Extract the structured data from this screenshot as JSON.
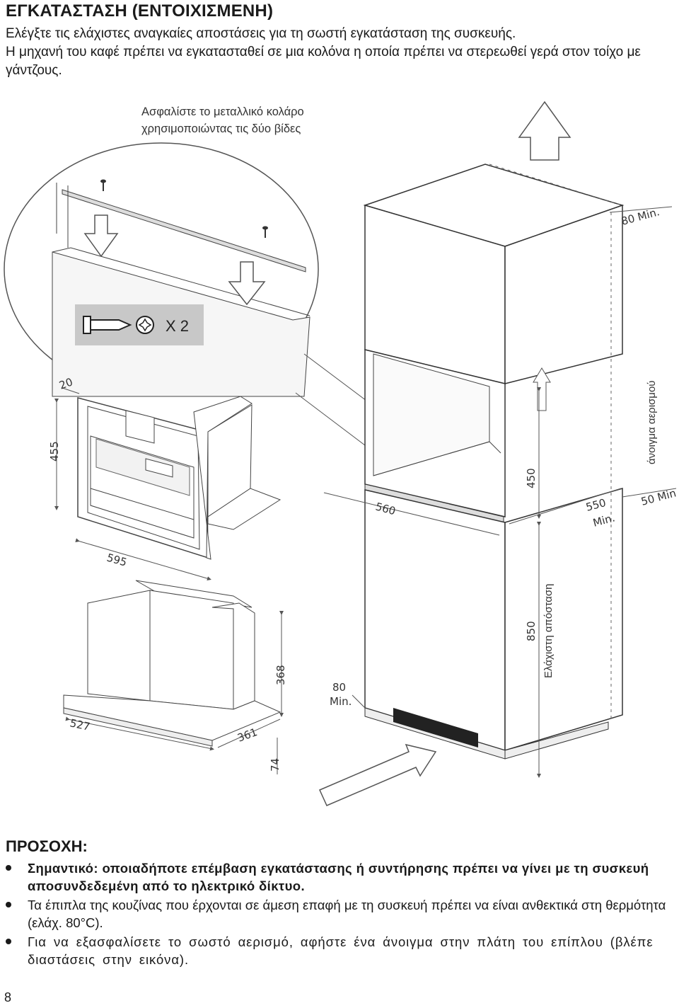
{
  "heading": "ΕΓΚΑΤΑΣΤΑΣΗ (ΕΝΤΟΙΧΙΣΜΕΝΗ)",
  "intro": [
    "Ελέγξτε τις ελάχιστες αναγκαίες αποστάσεις για τη σωστή εγκατάσταση της συσκευής.",
    "Η μηχανή του καφέ πρέπει να εγκατασταθεί σε μια κολόνα η οποία πρέπει να στερεωθεί γερά στον τοίχο με γάντζους."
  ],
  "diagram": {
    "callout_line1": "Ασφαλίστε το μεταλλικό κολάρο",
    "callout_line2": "χρησιμοποιώντας τις δύο βίδες",
    "screw_qty": "X 2",
    "dims": {
      "d20": "20",
      "d455": "455",
      "d595": "595",
      "d368": "368",
      "d527": "527",
      "d361": "361",
      "d74": "74",
      "d80min_low_1": "80",
      "d80min_low_2": "Min.",
      "d80min_top": "80 Min.",
      "d560": "560",
      "d450": "450",
      "d550_1": "550",
      "d550_2": "Min.",
      "d50min": "50 Min",
      "d850": "850"
    },
    "vent_label": "άνοιγμα αερισμού",
    "min_distance_label": "Ελάχιστη απόσταση"
  },
  "warning": {
    "title": "ΠΡΟΣΟΧΗ:",
    "items": [
      "Σημαντικό: οποιαδήποτε επέμβαση εγκατάστασης ή συντήρησης πρέπει να γίνει με τη συσκευή αποσυνδεδεμένη από το ηλεκτρικό δίκτυο.",
      "Τα έπιπλα της κουζίνας που έρχονται σε άμεση επαφή με τη συσκευή πρέπει να είναι ανθεκτικά στη θερμότητα (ελάχ. 80°C).",
      "Για να εξασφαλίσετε το σωστό αερισμό, αφήστε ένα άνοιγμα στην πλάτη του επίπλου (βλέπε διαστάσεις στην εικόνα)."
    ]
  },
  "page_number": "8"
}
